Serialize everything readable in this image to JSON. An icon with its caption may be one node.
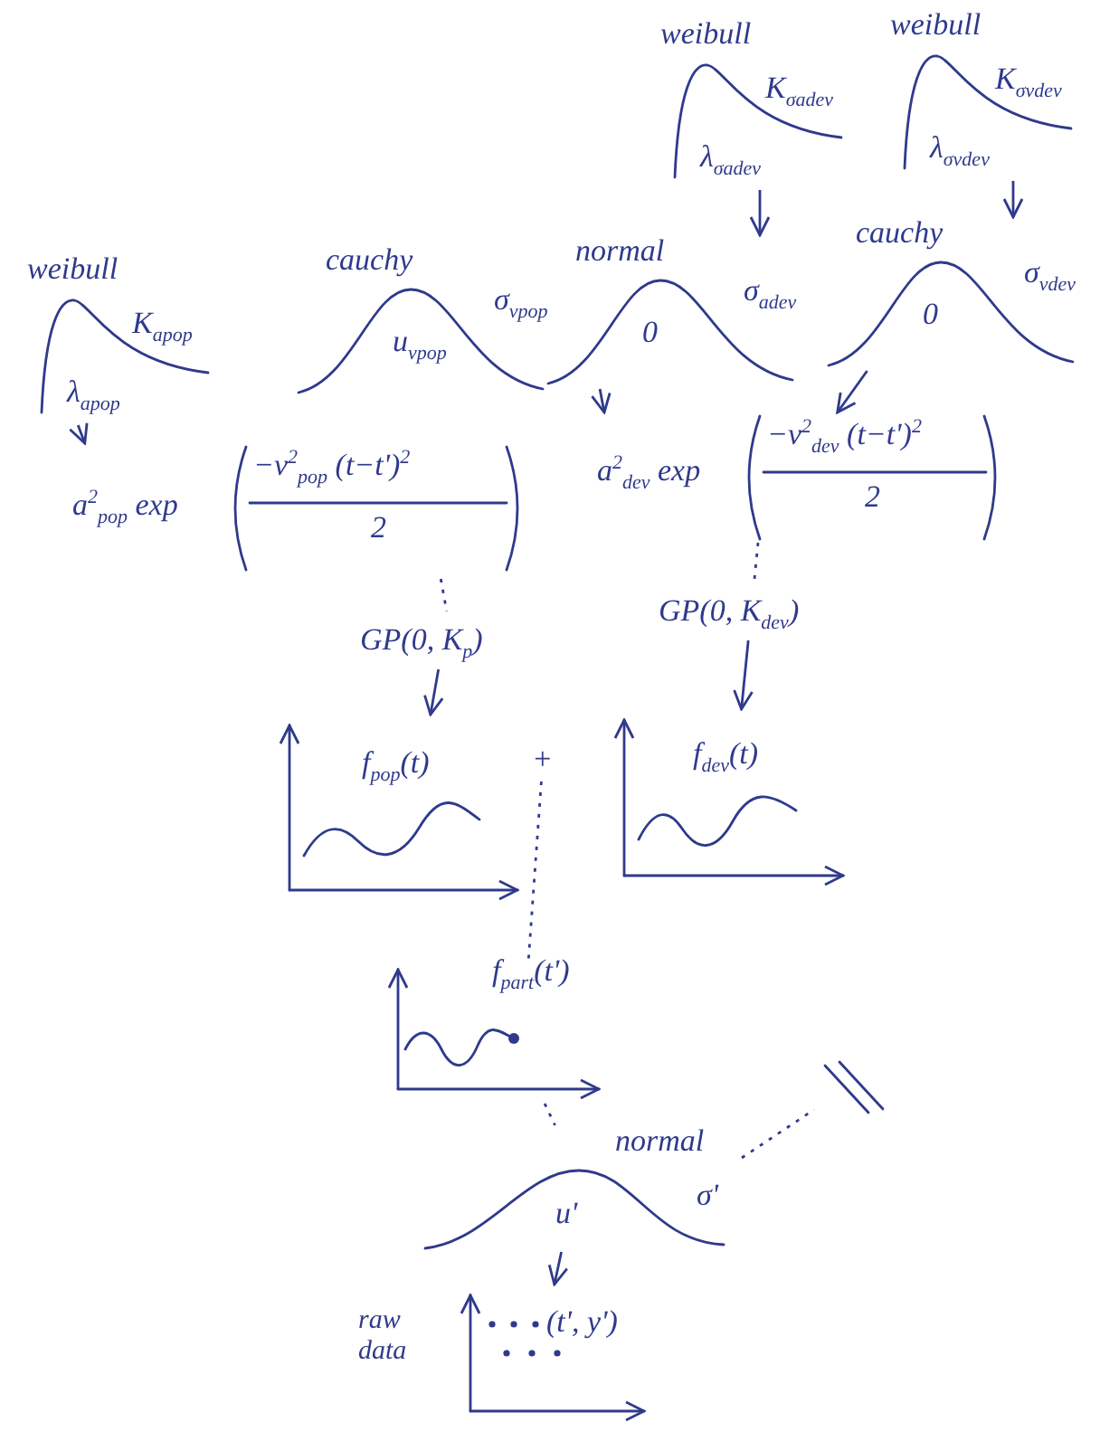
{
  "diagram": {
    "nodes": [
      {
        "text": [
          "weibull",
          "K$_{σadev}$",
          "λ$_{σadev}$"
        ]
      },
      {
        "text": [
          "weibull",
          "K$_{σvdev}$",
          "λ$_{σvdev}$"
        ]
      },
      {
        "text": [
          "weibull",
          "K$_{apop}$",
          "λ$_{apop}$"
        ]
      },
      {
        "text": [
          "cauchy",
          "u$_{vpop}$",
          "σ$_{vpop}$"
        ]
      },
      {
        "text": [
          "normal",
          "0",
          "σ$_{adev}$"
        ]
      },
      {
        "text": [
          "cauchy",
          "0",
          "σ$_{vdev}$"
        ]
      },
      {
        "text": [
          "a$^{2}$$_{pop}$ exp",
          "−v$^{2}$$_{pop}$ (t−t')$^{2}$",
          "2"
        ]
      },
      {
        "text": [
          "a$^{2}$$_{dev}$ exp",
          "−v$^{2}$$_{dev}$ (t−t')$^{2}$",
          "2"
        ]
      },
      {
        "text": [
          "GP(0, K$_{p}$)"
        ]
      },
      {
        "text": [
          "GP(0, K$_{dev}$)"
        ]
      },
      {
        "text": [
          "f$_{pop}$(t)"
        ]
      },
      {
        "text": [
          "+"
        ]
      },
      {
        "text": [
          "f$_{dev}$(t)"
        ]
      },
      {
        "text": [
          "f$_{part}$(t')"
        ]
      },
      {
        "text": [
          "normal",
          "u'",
          "σ'"
        ]
      },
      {
        "text": [],
        "shape": "mark"
      },
      {
        "text": [
          "(t', y')"
        ],
        "beside": [
          "raw data"
        ]
      }
    ],
    "edges": [
      {
        "from": 0,
        "to": 4,
        "arrow": "to"
      },
      {
        "from": 1,
        "to": 5,
        "arrow": "to"
      },
      {
        "from": 2,
        "to": 6,
        "arrow": "to"
      },
      {
        "from": 4,
        "to": 7,
        "arrow": "to"
      },
      {
        "from": 5,
        "to": 7,
        "arrow": "to"
      },
      {
        "from": 6,
        "to": 8,
        "arrow": "none",
        "style": "dashed"
      },
      {
        "from": 7,
        "to": 9,
        "arrow": "none",
        "style": "dashed"
      },
      {
        "from": 8,
        "to": 10,
        "arrow": "to"
      },
      {
        "from": 9,
        "to": 12,
        "arrow": "to"
      },
      {
        "from": 11,
        "to": 13,
        "arrow": "none",
        "style": "dashed"
      },
      {
        "from": 13,
        "to": 14,
        "arrow": "none",
        "style": "dashed"
      },
      {
        "from": 14,
        "to": 15,
        "arrow": "none",
        "style": "dashed"
      },
      {
        "from": 14,
        "to": 16,
        "arrow": "to"
      }
    ]
  }
}
